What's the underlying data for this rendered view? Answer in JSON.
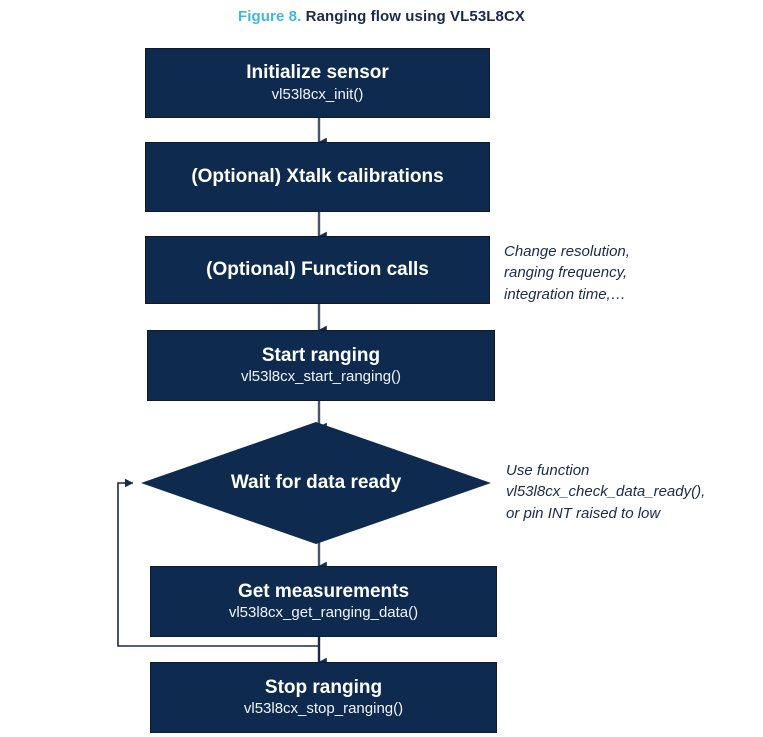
{
  "figure": {
    "number_label": "Figure 8.",
    "title": "Ranging flow using VL53L8CX"
  },
  "colors": {
    "node_fill": "#0e2b4f",
    "node_border": "#101a28",
    "node_text": "#ffffff",
    "caption_number": "#41b6e6",
    "caption_title": "#1b2a4a",
    "annotation_text": "#1b2a4a",
    "connector": "#1b2a4a",
    "background": "#ffffff"
  },
  "flow": {
    "nodes": [
      {
        "id": "initialize-sensor",
        "shape": "process",
        "title": "Initialize sensor",
        "sub": "vl53l8cx_init()"
      },
      {
        "id": "xtalk-calibrations",
        "shape": "process",
        "title": "(Optional) Xtalk calibrations",
        "sub": ""
      },
      {
        "id": "function-calls",
        "shape": "process",
        "title": "(Optional) Function calls",
        "sub": ""
      },
      {
        "id": "start-ranging",
        "shape": "process",
        "title": "Start ranging",
        "sub": "vl53l8cx_start_ranging()"
      },
      {
        "id": "wait-for-data-ready",
        "shape": "decision",
        "title": "Wait for data ready",
        "sub": ""
      },
      {
        "id": "get-measurements",
        "shape": "process",
        "title": "Get measurements",
        "sub": "vl53l8cx_get_ranging_data()"
      },
      {
        "id": "stop-ranging",
        "shape": "process",
        "title": "Stop ranging",
        "sub": "vl53l8cx_stop_ranging()"
      }
    ],
    "annotations": [
      {
        "id": "function-calls-note",
        "text": "Change resolution,\nranging frequency,\nintegration time,…"
      },
      {
        "id": "data-ready-note",
        "text": "Use function\nvl53l8cx_check_data_ready(),\nor pin INT raised to low"
      }
    ],
    "edges": [
      {
        "id": "edge-init-to-xtalk",
        "from": "initialize-sensor",
        "to": "xtalk-calibrations"
      },
      {
        "id": "edge-xtalk-to-function",
        "from": "xtalk-calibrations",
        "to": "function-calls"
      },
      {
        "id": "edge-function-to-start",
        "from": "function-calls",
        "to": "start-ranging"
      },
      {
        "id": "edge-start-to-wait",
        "from": "start-ranging",
        "to": "wait-for-data-ready"
      },
      {
        "id": "edge-wait-to-get",
        "from": "wait-for-data-ready",
        "to": "get-measurements"
      },
      {
        "id": "edge-get-to-stop",
        "from": "get-measurements",
        "to": "stop-ranging"
      },
      {
        "id": "edge-loop-back",
        "from": "get-measurements",
        "to": "wait-for-data-ready"
      }
    ]
  }
}
